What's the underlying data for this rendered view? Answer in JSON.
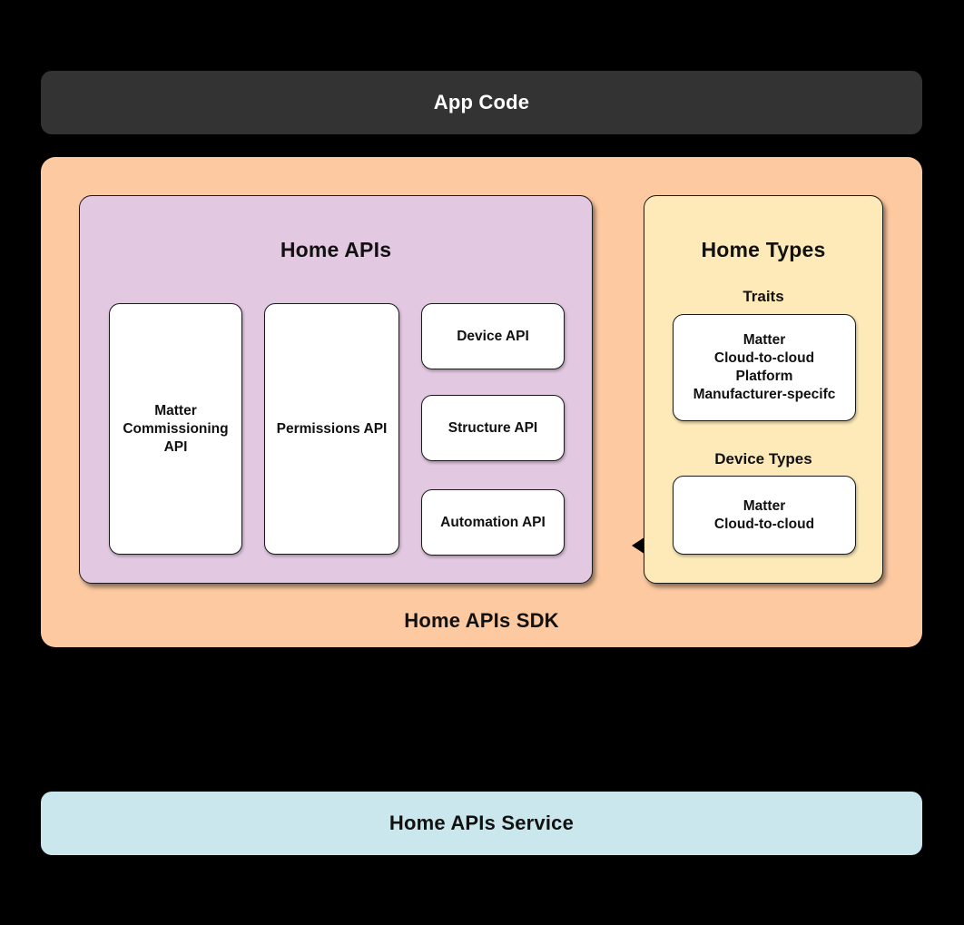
{
  "app_code": {
    "label": "App Code"
  },
  "sdk": {
    "label": "Home APIs SDK",
    "home_apis": {
      "title": "Home APIs",
      "matter_commissioning_api": "Matter\nCommissioning\nAPI",
      "permissions_api": "Permissions API",
      "device_api": "Device API",
      "structure_api": "Structure API",
      "automation_api": "Automation API"
    },
    "home_types": {
      "title": "Home Types",
      "traits_heading": "Traits",
      "traits_items": "Matter\nCloud-to-cloud\nPlatform\nManufacturer-specifc",
      "device_types_heading": "Device Types",
      "device_types_items": "Matter\nCloud-to-cloud"
    },
    "connector": {
      "icon": "bidirectional-arrow"
    }
  },
  "service": {
    "label": "Home APIs Service"
  },
  "colors": {
    "background": "#000000",
    "app_code_bg": "#333333",
    "sdk_bg": "#fcc9a0",
    "home_apis_bg": "#e2c8e1",
    "home_types_bg": "#fdeab8",
    "service_bg": "#cbe7ee",
    "box_bg": "#ffffff",
    "text": "#111111"
  }
}
